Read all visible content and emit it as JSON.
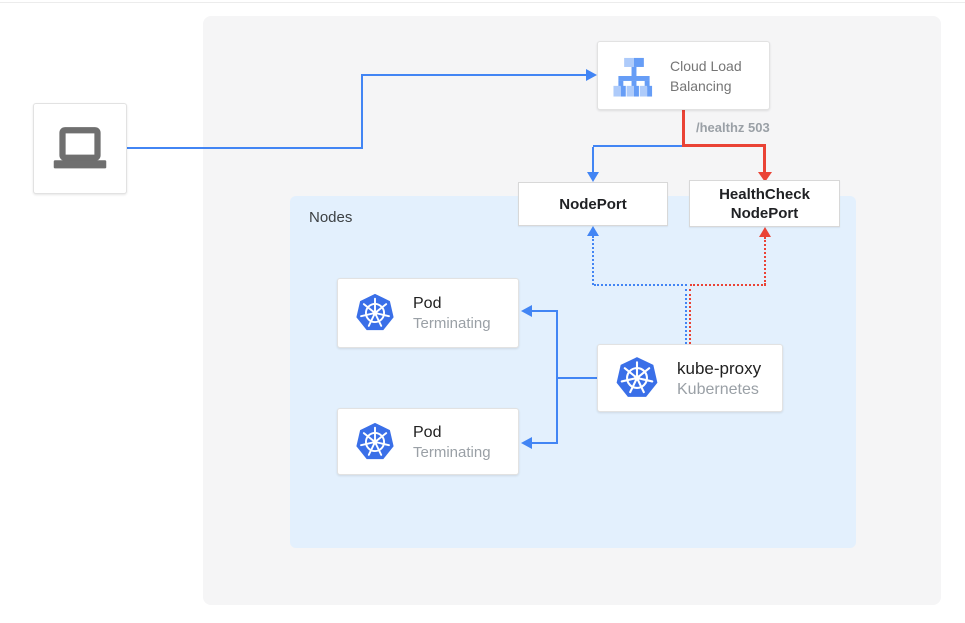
{
  "colors": {
    "blue": "#4285f4",
    "red": "#ea4335",
    "panel_bg": "#f5f5f6",
    "nodes_bg": "#e3f0fd",
    "text_dark": "#212121",
    "text_gray": "#9aa0a6",
    "text_medium": "#757575",
    "laptop_gray": "#6f6f6f",
    "icon_blue_dark": "#669df6",
    "icon_blue_light": "#aecbfa",
    "k8s_blue": "#3a6fe8"
  },
  "labels": {
    "healthz": "/healthz 503",
    "nodes": "Nodes"
  },
  "cards": {
    "cloud_lb": {
      "line1": "Cloud Load",
      "line2": "Balancing"
    },
    "nodeport": {
      "title": "NodePort"
    },
    "healthcheck": {
      "line1": "HealthCheck",
      "line2": "NodePort"
    },
    "pod_top": {
      "title": "Pod",
      "status": "Terminating"
    },
    "pod_bottom": {
      "title": "Pod",
      "status": "Terminating"
    },
    "kube_proxy": {
      "title": "kube-proxy",
      "subtitle": "Kubernetes"
    }
  }
}
